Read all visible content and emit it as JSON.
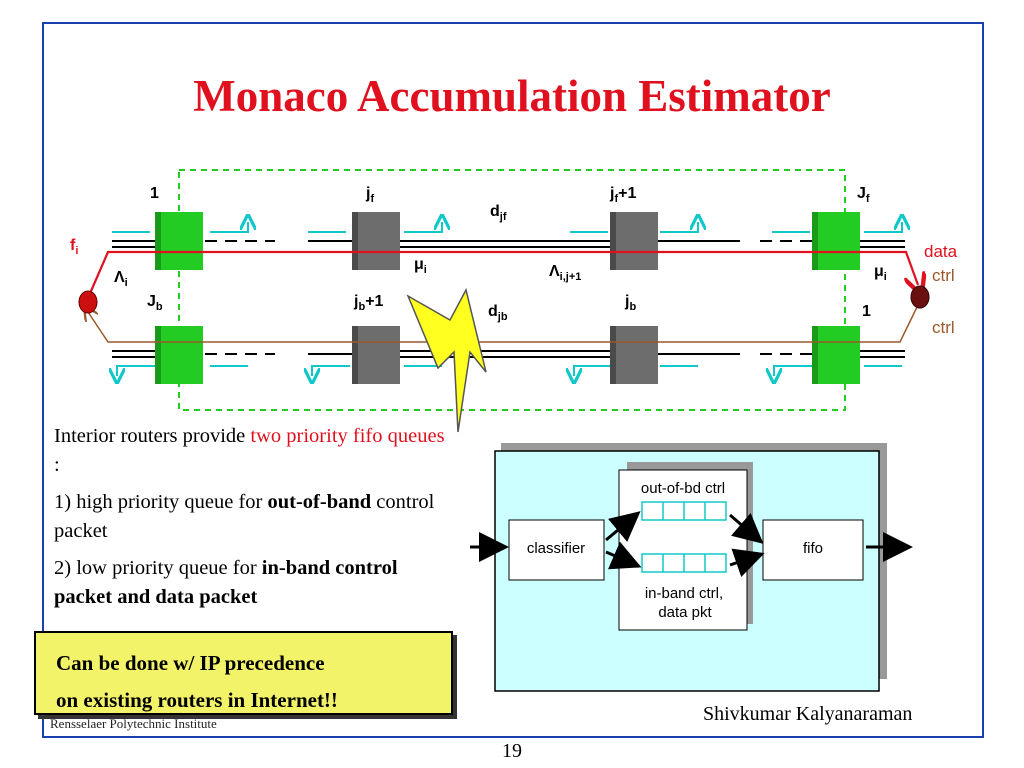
{
  "slide": {
    "title": "Monaco Accumulation Estimator",
    "page_number": "19",
    "footer_left": "Rensselaer Polytechnic Institute",
    "footer_right": "Shivkumar Kalyanaraman"
  },
  "topology": {
    "fwd_labels": {
      "first": "1",
      "jf": "j",
      "jf_sub": "f",
      "jf1": "j",
      "jf1_sub": "f",
      "jf1_suffix": "+1",
      "last": "J",
      "last_sub": "f"
    },
    "rev_labels": {
      "first": "J",
      "first_sub": "b",
      "jb1": "j",
      "jb1_sub": "b",
      "jb1_suffix": "+1",
      "jb": "j",
      "jb_sub": "b",
      "last": "1"
    },
    "flow_label": "f",
    "flow_sub": "i",
    "lambda_i": "Λ",
    "lambda_i_sub": "i",
    "mu_i_mid": "μ",
    "mu_i_mid_sub": "i",
    "lambda_ij": "Λ",
    "lambda_ij_sub": "i,j+1",
    "mu_i_right": "μ",
    "mu_i_right_sub": "i",
    "d_jf": "d",
    "d_jf_sub": "jf",
    "d_jb": "d",
    "d_jb_sub": "jb",
    "right_data": "data",
    "right_ctrl1": "ctrl",
    "right_ctrl2": "ctrl"
  },
  "body": {
    "p1_a": "Interior routers provide ",
    "p1_b": "two priority fifo queues",
    "p1_c": " :",
    "p2_a": "1) high priority queue for ",
    "p2_b": "out-of-band",
    "p2_c": " control packet",
    "p3_a": "2) low priority queue for ",
    "p3_b": "in-band control packet and data packet"
  },
  "note": {
    "line1": "Can be done w/ IP precedence",
    "line2": "on existing routers in Internet!!"
  },
  "queue_diagram": {
    "classifier": "classifier",
    "oob": "out-of-bd ctrl",
    "inband1": "in-band ctrl,",
    "inband2": "data pkt",
    "fifo": "fifo"
  },
  "colors": {
    "title": "#e0101e",
    "green_router": "#22cc22",
    "gray_router": "#6d6d6d",
    "cyan": "#10c8c8",
    "brown_ctrl": "#9a5a2a",
    "flow_red": "#e0101e",
    "panel_bg": "#ccffff",
    "note_bg": "#f3f36a"
  }
}
